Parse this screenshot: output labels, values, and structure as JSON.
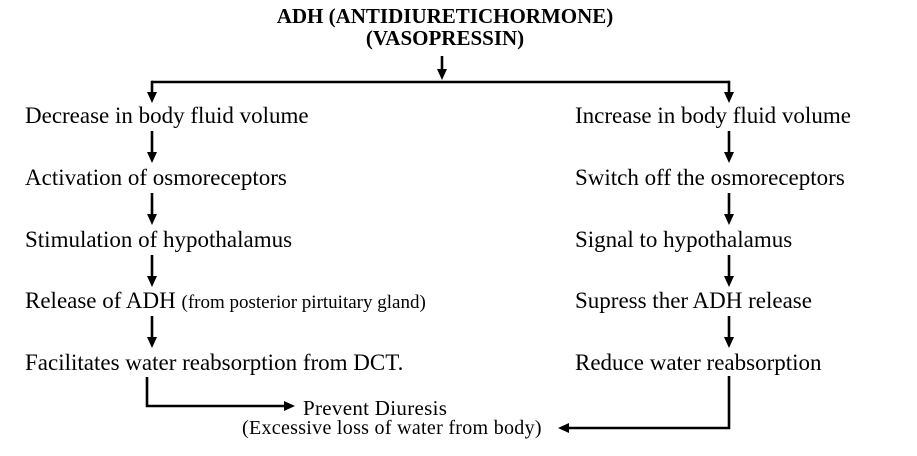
{
  "title": {
    "line1": "ADH (ANTIDIURETICHORMONE)",
    "line2": "(VASOPRESSIN)"
  },
  "left_pathway": {
    "steps": [
      "Decrease in body fluid volume",
      "Activation of osmoreceptors",
      "Stimulation of hypothalamus",
      "Release of ADH",
      "Facilitates water reabsorption from DCT."
    ],
    "step4_note": "(from posterior pirtuitary gland)"
  },
  "right_pathway": {
    "steps": [
      "Increase in body fluid volume",
      "Switch off the osmoreceptors",
      "Signal to hypothalamus",
      "Supress ther ADH release",
      "Reduce water reabsorption"
    ]
  },
  "outcome": {
    "title": "Prevent Diuresis",
    "subtitle": "(Excessive loss of water from body)"
  },
  "colors": {
    "ink": "#000000",
    "background": "#ffffff"
  }
}
